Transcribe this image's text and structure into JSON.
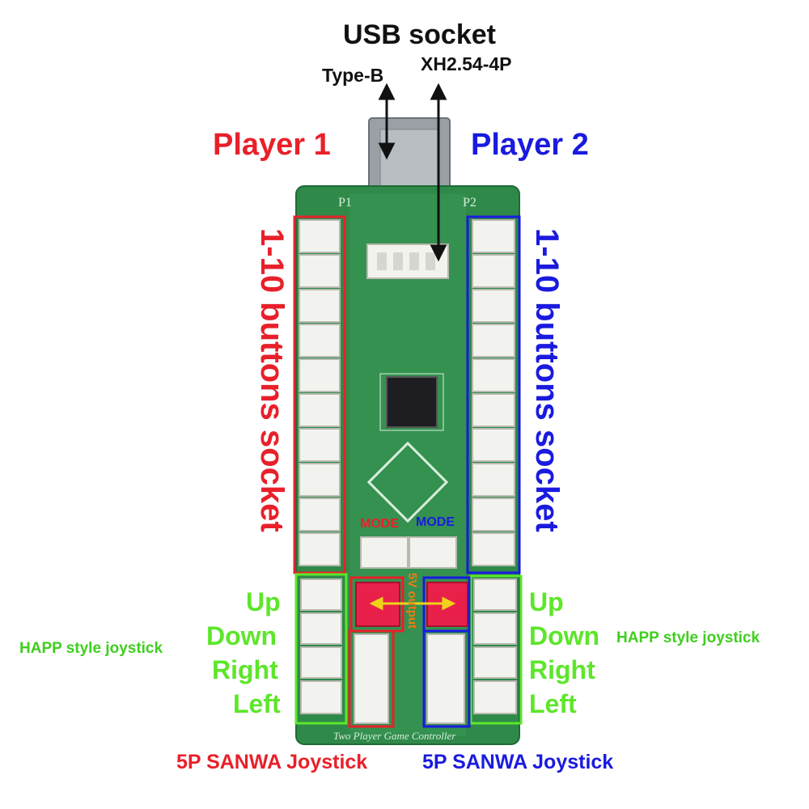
{
  "labels": {
    "usb_socket": "USB socket",
    "type_b": "Type-B",
    "xh": "XH2.54-4P",
    "player1": "Player 1",
    "player2": "Player 2",
    "buttons_left": "1-10 buttons socket",
    "buttons_right": "1-10 buttons socket",
    "left_dirs": [
      "Up",
      "Down",
      "Right",
      "Left"
    ],
    "right_dirs": [
      "Up",
      "Down",
      "Right",
      "Left"
    ],
    "happ_left": "HAPP style joystick",
    "happ_right": "HAPP style joystick",
    "sanwa_left": "5P SANWA Joystick",
    "sanwa_right": "5P SANWA Joystick",
    "mode_left": "MODE",
    "mode_right": "MODE",
    "five_v": "5V output",
    "silk_p1": "P1",
    "silk_p2": "P2",
    "silk_bottom": "Two Player Game Controller"
  },
  "colors": {
    "player1": "#e8202a",
    "player2": "#1a1adf",
    "joystick": "#5de62a",
    "pcb": "#2f8a4a",
    "connector": "#f2f2ee",
    "five_v": "#f07a14",
    "mode_socket": "#e8204a"
  }
}
